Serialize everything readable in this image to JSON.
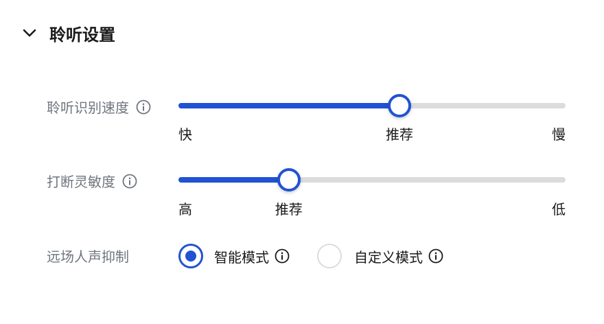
{
  "section": {
    "title": "聆听设置",
    "expanded": true
  },
  "speed": {
    "label": "聆听识别速度",
    "value": 0.571,
    "left": "快",
    "mid": "推荐",
    "right": "慢"
  },
  "sensitivity": {
    "label": "打断灵敏度",
    "value": 0.285,
    "left": "高",
    "mid": "推荐",
    "right": "低"
  },
  "farfield": {
    "label": "远场人声抑制",
    "options": [
      {
        "label": "智能模式",
        "selected": true
      },
      {
        "label": "自定义模式",
        "selected": false
      }
    ]
  },
  "colors": {
    "accent": "#2152d3",
    "track": "#dcdcdc",
    "label": "#70757f"
  }
}
